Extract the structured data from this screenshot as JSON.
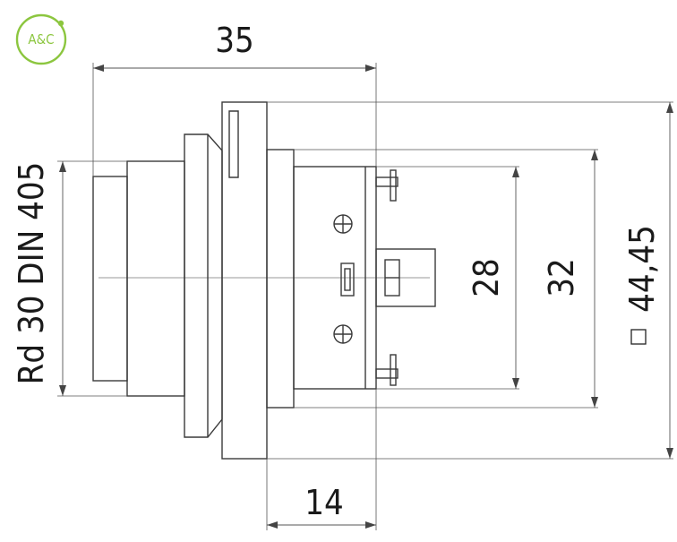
{
  "logo": {
    "text": "A&C",
    "color": "#8cc63f"
  },
  "dimensions": {
    "overall_length": "35",
    "rear_length": "14",
    "inner_height": "28",
    "body_height": "32",
    "flange_square": "44,45",
    "square_symbol": "square-symbol",
    "thread": "Rd 30 DIN 405"
  }
}
